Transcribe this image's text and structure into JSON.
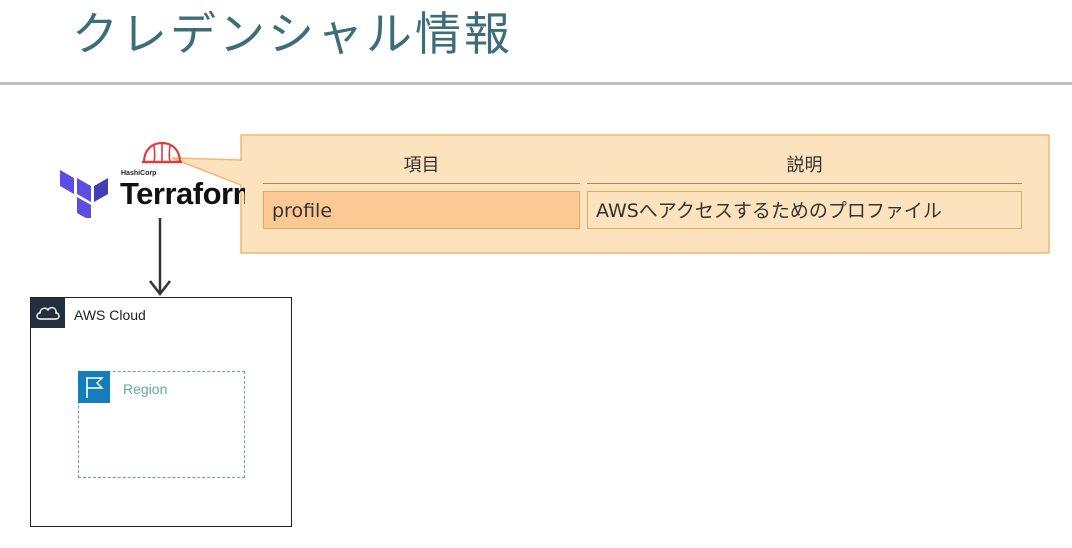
{
  "title": "クレデンシャル情報",
  "logo": {
    "company": "HashiCorp",
    "product": "Terraform"
  },
  "table": {
    "headers": [
      "項目",
      "説明"
    ],
    "rows": [
      {
        "item": "profile",
        "description": "AWSへアクセスするためのプロファイル"
      }
    ]
  },
  "aws_cloud": {
    "label": "AWS Cloud",
    "region_label": "Region"
  },
  "colors": {
    "title": "#3d6d78",
    "callout_fill": "#fde2be",
    "callout_border": "#f2b774",
    "cell_highlight": "#fcc995",
    "region_border": "#5fa8a8",
    "region_icon": "#147eba",
    "aws_icon": "#232f3e",
    "terraform_purple": "#5c4ee5"
  }
}
